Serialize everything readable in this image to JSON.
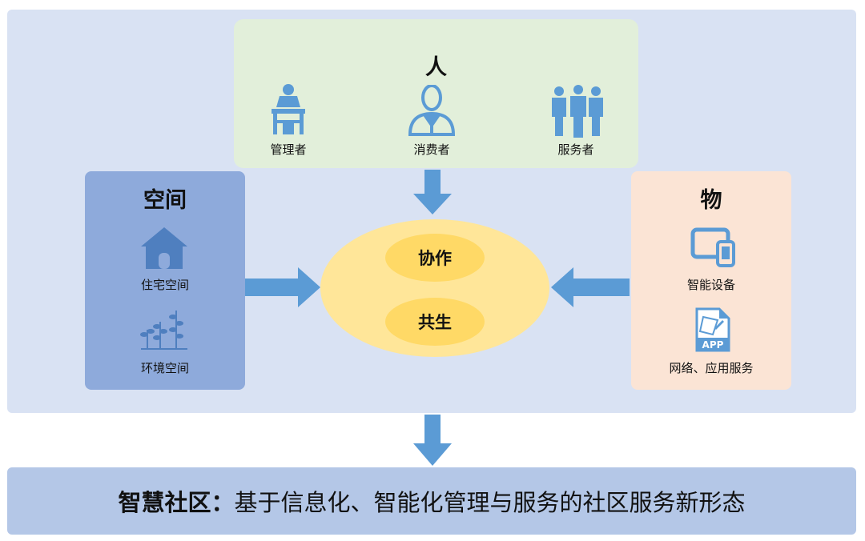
{
  "people": {
    "title": "人",
    "items": [
      {
        "label": "管理者",
        "icon": "manager-icon"
      },
      {
        "label": "消费者",
        "icon": "consumer-icon"
      },
      {
        "label": "服务者",
        "icon": "service-staff-icon"
      }
    ]
  },
  "space": {
    "title": "空间",
    "items": [
      {
        "label": "住宅空间",
        "icon": "house-icon"
      },
      {
        "label": "环境空间",
        "icon": "plants-icon"
      }
    ]
  },
  "things": {
    "title": "物",
    "items": [
      {
        "label": "智能设备",
        "icon": "devices-icon"
      },
      {
        "label": "网络、应用服务",
        "icon": "app-icon"
      }
    ]
  },
  "center": {
    "items": [
      "协作",
      "共生"
    ]
  },
  "bottom": {
    "bold": "智慧社区：",
    "text": "基于信息化、智能化管理与服务的社区服务新形态"
  },
  "colors": {
    "panel": "#d9e2f3",
    "people_box": "#e2efda",
    "space_box": "#8eaadb",
    "things_box": "#fbe4d5",
    "ellipse": "#ffe699",
    "pill": "#ffd966",
    "arrow": "#5b9bd5",
    "bottom_bar": "#b4c7e7"
  }
}
